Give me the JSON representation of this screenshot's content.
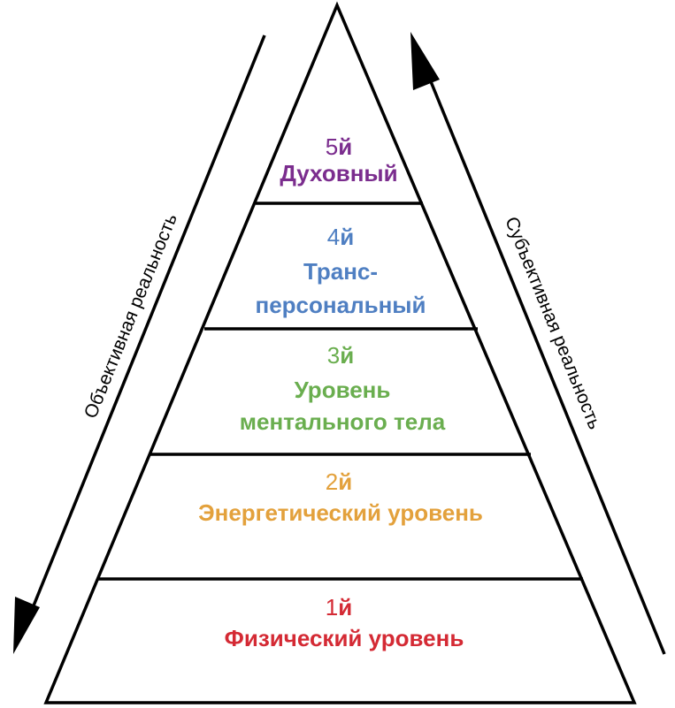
{
  "pyramid": {
    "levels": [
      {
        "id": "level-5",
        "number": "5",
        "suffix": "й",
        "name_lines": [
          "Духовный"
        ],
        "color": "#7b2d8e"
      },
      {
        "id": "level-4",
        "number": "4",
        "suffix": "й",
        "name_lines": [
          "Транс-",
          "персональный"
        ],
        "color": "#4f7fc2"
      },
      {
        "id": "level-3",
        "number": "3",
        "suffix": "й",
        "name_lines": [
          "Уровень",
          "ментального тела"
        ],
        "color": "#6aae4f"
      },
      {
        "id": "level-2",
        "number": "2",
        "suffix": "й",
        "name_lines": [
          "Энергетический уровень"
        ],
        "color": "#e3a13c"
      },
      {
        "id": "level-1",
        "number": "1",
        "suffix": "й",
        "name_lines": [
          "Физический уровень"
        ],
        "color": "#d42a34"
      }
    ]
  },
  "arrows": {
    "left_label": "Объективная реальность",
    "right_label": "Субъективная реальность"
  },
  "colors": {
    "outline": "#000000",
    "background": "#ffffff"
  }
}
